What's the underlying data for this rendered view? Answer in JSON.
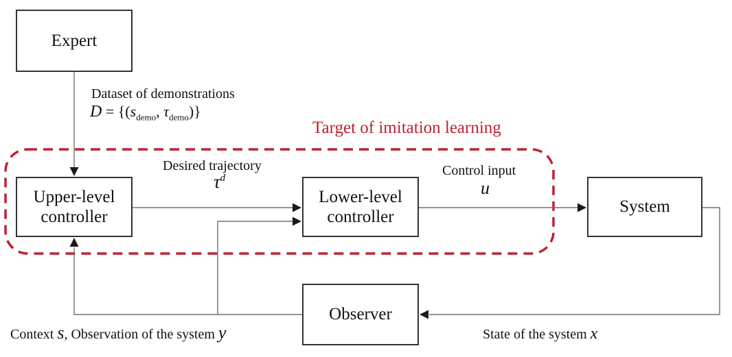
{
  "diagram": {
    "boxes": {
      "expert": "Expert",
      "upper_line1": "Upper-level",
      "upper_line2": "controller",
      "lower_line1": "Lower-level",
      "lower_line2": "controller",
      "system": "System",
      "observer": "Observer"
    },
    "annotations": {
      "dataset_caption": "Dataset of demonstrations",
      "formula": {
        "D": "D",
        "eq": " = {(",
        "s": "s",
        "s_sub": "demo",
        "comma": ", ",
        "tau": "τ",
        "tau_sub": "demo",
        "close": ")}"
      },
      "target_label": "Target of imitation learning",
      "desired_trajectory": "Desired trajectory",
      "tau": "τ",
      "tau_sup": "d",
      "control_input": "Control input",
      "u": "u",
      "context_prefix": "Context ",
      "context_s": "s",
      "context_suffix": ", Observation of the system ",
      "context_y": "y",
      "state_prefix": "State of the system ",
      "state_x": "x"
    },
    "colors": {
      "accent_red": "#c02031",
      "connector_gray": "#707070",
      "box_border": "#333333",
      "text": "#111111"
    }
  }
}
